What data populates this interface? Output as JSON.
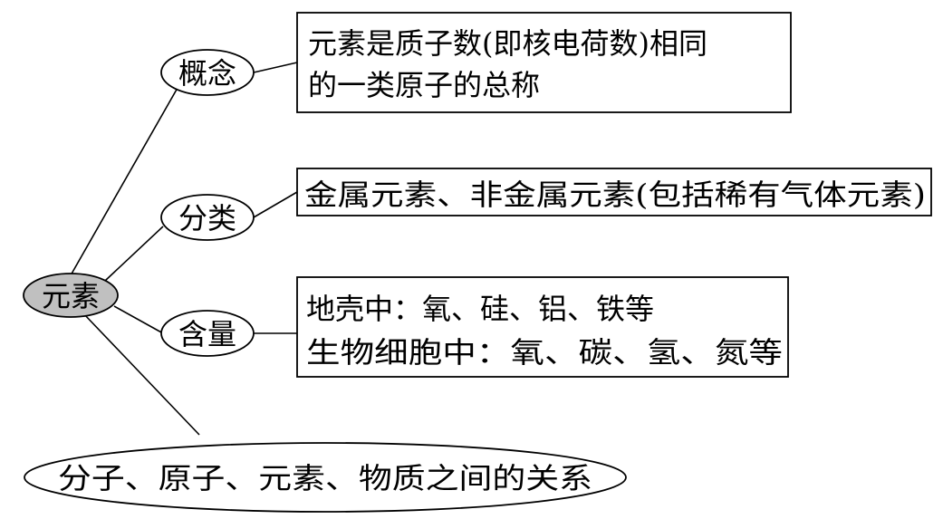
{
  "root": {
    "label": "元素",
    "fill": "#c0c0c0"
  },
  "branches": [
    {
      "key": "concept",
      "label": "概念",
      "detail": [
        "元素是质子数(即核电荷数)相同",
        "的一类原子的总称"
      ]
    },
    {
      "key": "classification",
      "label": "分类",
      "detail": [
        "金属元素、非金属元素(包括稀有气体元素)"
      ]
    },
    {
      "key": "content",
      "label": "含量",
      "detail": [
        "地壳中：氧、硅、铝、铁等",
        "生物细胞中：氧、碳、氢、氮等"
      ]
    }
  ],
  "relation": {
    "label": "分子、原子、元素、物质之间的关系"
  },
  "colors": {
    "line": "#000000",
    "node_fill": "#ffffff",
    "root_fill": "#c0c0c0"
  }
}
